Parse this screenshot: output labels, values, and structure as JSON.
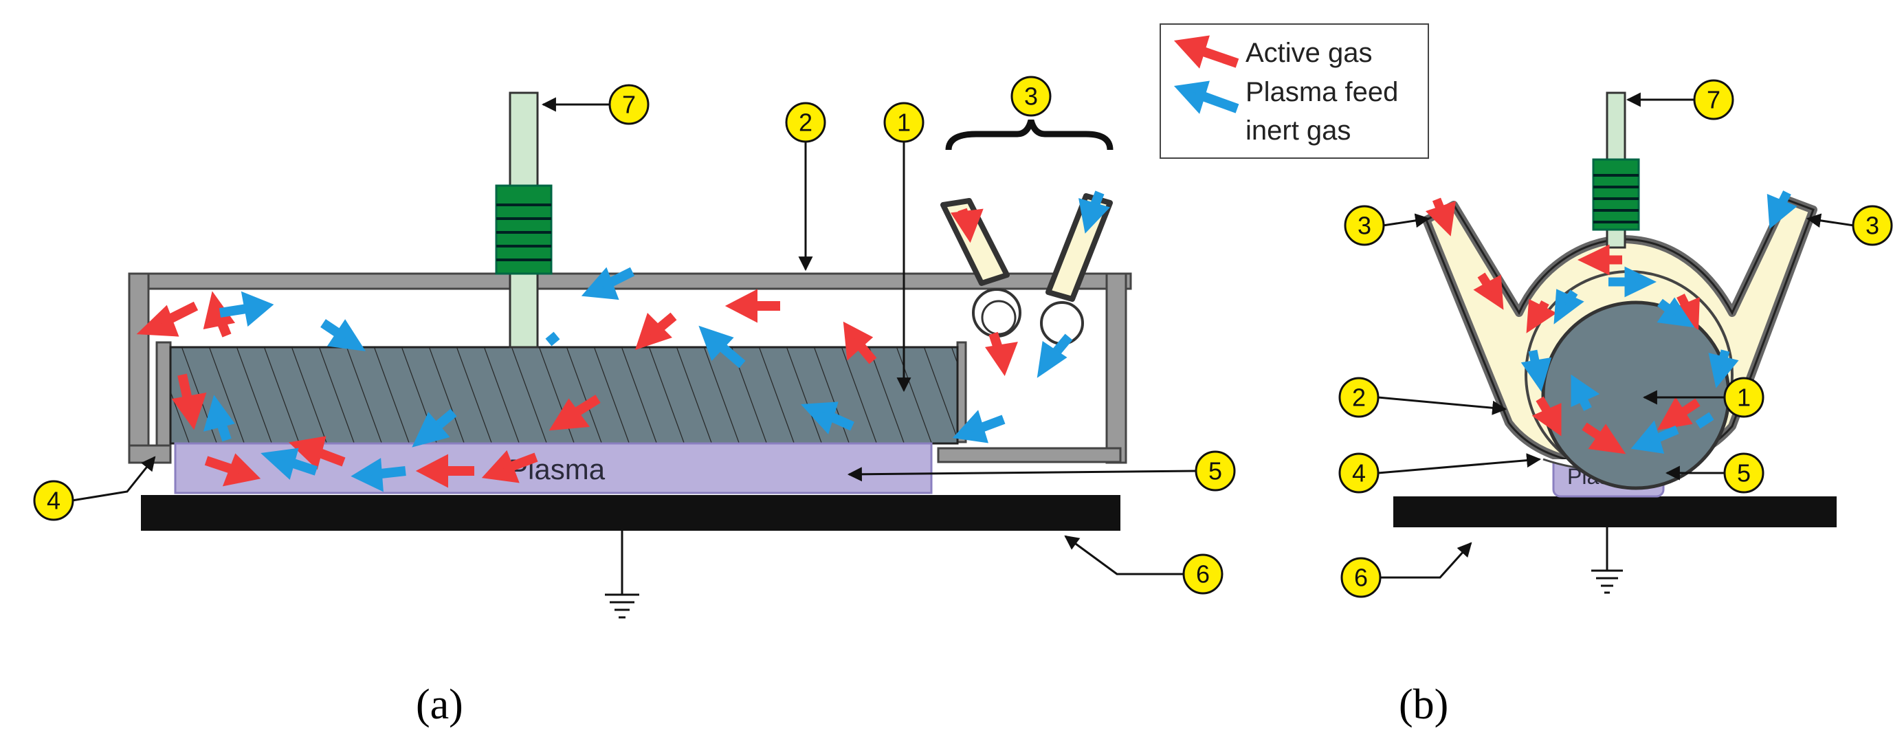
{
  "legend": {
    "items": [
      {
        "label": "Active gas",
        "color": "#f03a3a"
      },
      {
        "label": "Plasma feed",
        "color": "#1f9ae0"
      },
      {
        "label": "inert gas",
        "color": "#1f9ae0"
      }
    ]
  },
  "panel_a": {
    "caption": "(a)",
    "plasma_label": "Plasma",
    "callouts": [
      "1",
      "2",
      "3",
      "4",
      "5",
      "6",
      "7"
    ]
  },
  "panel_b": {
    "caption": "(b)",
    "plasma_label": "Plasma",
    "callouts": [
      "1",
      "2",
      "3",
      "3",
      "4",
      "5",
      "6",
      "7"
    ]
  },
  "colors": {
    "active_gas": "#f03a3a",
    "inert_gas": "#1f9ae0",
    "callout_fill": "#ffee00",
    "plasma_fill": "#b9b0dc",
    "electrode_fill": "#6b7f88",
    "housing_gray": "#9a9a9a",
    "ground_plate": "#111111",
    "connector_green": "#0a8a3a",
    "rod_green": "#cfe8cf",
    "cream": "#fbf6d2"
  }
}
